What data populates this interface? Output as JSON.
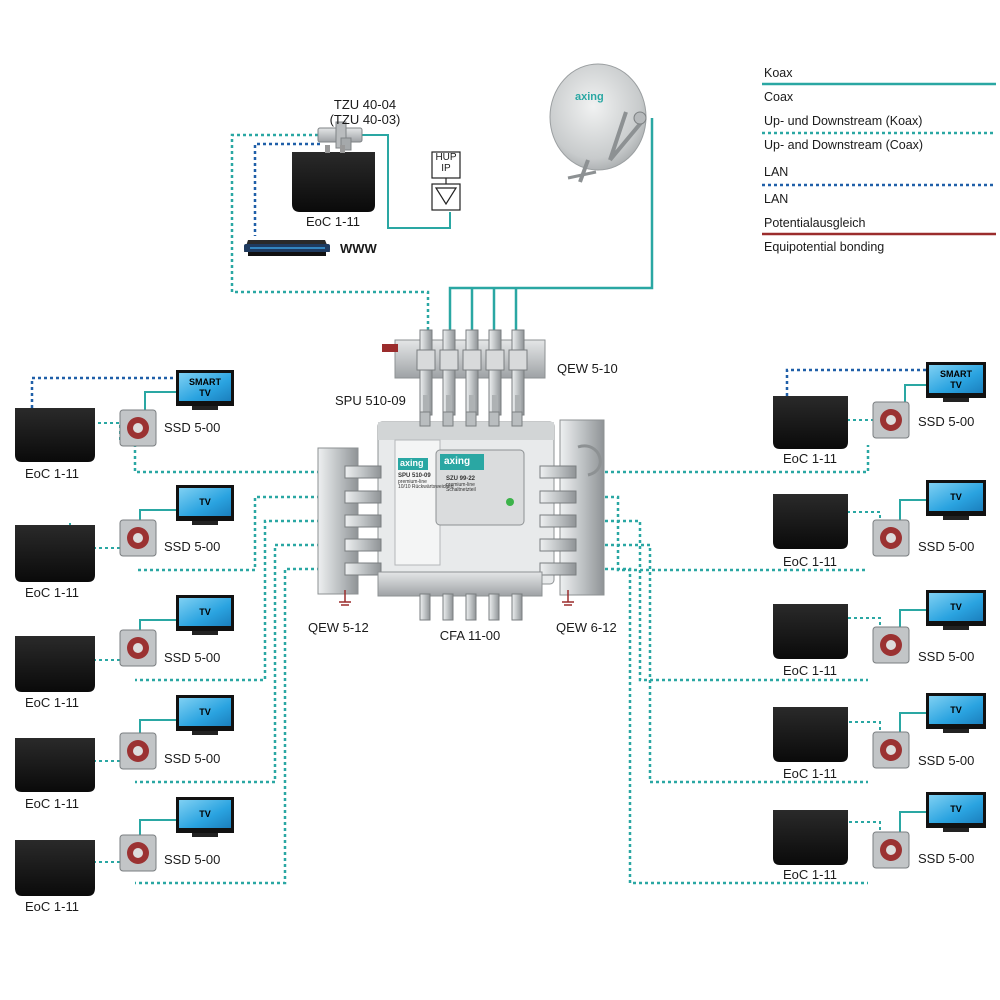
{
  "legend": {
    "items": [
      {
        "de": "Koax",
        "en": "Coax",
        "style": "solid",
        "color": "#2aa7a3"
      },
      {
        "de": "Up- und Downstream (Koax)",
        "en": "Up- and Downstream (Coax)",
        "style": "dotted",
        "color": "#2aa7a3"
      },
      {
        "de": "LAN",
        "en": "LAN",
        "style": "dotted",
        "color": "#1f5fa8"
      },
      {
        "de": "Potentialausgleich",
        "en": "Equipotential bonding",
        "style": "solid",
        "color": "#9b2c2c"
      }
    ]
  },
  "devices": {
    "tzu_line1": "TZU 40-04",
    "tzu_line2": "(TZU 40-03)",
    "eoc_top": "EoC 1-11",
    "www": "WWW",
    "hup_line1": "HUP",
    "hup_line2": "IP",
    "dish_brand": "axing",
    "qew_top": "QEW 5-10",
    "spu": "SPU 510-09",
    "qew_left": "QEW 5-12",
    "qew_right": "QEW 6-12",
    "cfa": "CFA 11-00",
    "brand": "axing",
    "szu_model": "SZU 99-22",
    "szu_sub1": "premium-line",
    "szu_sub2": "Schaltnetzteil",
    "spu_model": "SPU 510-09",
    "spu_sub1": "premium-line",
    "spu_sub2": "10/10 Rückwärtsweichen"
  },
  "left_rooms": [
    {
      "eoc": "EoC 1-11",
      "socket": "SSD 5-00",
      "tv_line1": "SMART",
      "tv_line2": "TV"
    },
    {
      "eoc": "EoC 1-11",
      "socket": "SSD 5-00",
      "tv_line1": "TV",
      "tv_line2": ""
    },
    {
      "eoc": "EoC 1-11",
      "socket": "SSD 5-00",
      "tv_line1": "TV",
      "tv_line2": ""
    },
    {
      "eoc": "EoC 1-11",
      "socket": "SSD 5-00",
      "tv_line1": "TV",
      "tv_line2": ""
    },
    {
      "eoc": "EoC 1-11",
      "socket": "SSD 5-00",
      "tv_line1": "TV",
      "tv_line2": ""
    }
  ],
  "right_rooms": [
    {
      "eoc": "EoC 1-11",
      "socket": "SSD 5-00",
      "tv_line1": "SMART",
      "tv_line2": "TV"
    },
    {
      "eoc": "EoC 1-11",
      "socket": "SSD 5-00",
      "tv_line1": "TV",
      "tv_line2": ""
    },
    {
      "eoc": "EoC 1-11",
      "socket": "SSD 5-00",
      "tv_line1": "TV",
      "tv_line2": ""
    },
    {
      "eoc": "EoC 1-11",
      "socket": "SSD 5-00",
      "tv_line1": "TV",
      "tv_line2": ""
    },
    {
      "eoc": "EoC 1-11",
      "socket": "SSD 5-00",
      "tv_line1": "TV",
      "tv_line2": ""
    }
  ],
  "colors": {
    "coax": "#2aa7a3",
    "lan": "#1f5fa8",
    "bonding": "#9b2c2c",
    "eoc_body": "#161616",
    "tv_screen": "#29a3e0",
    "metal": "#c9ccce"
  }
}
